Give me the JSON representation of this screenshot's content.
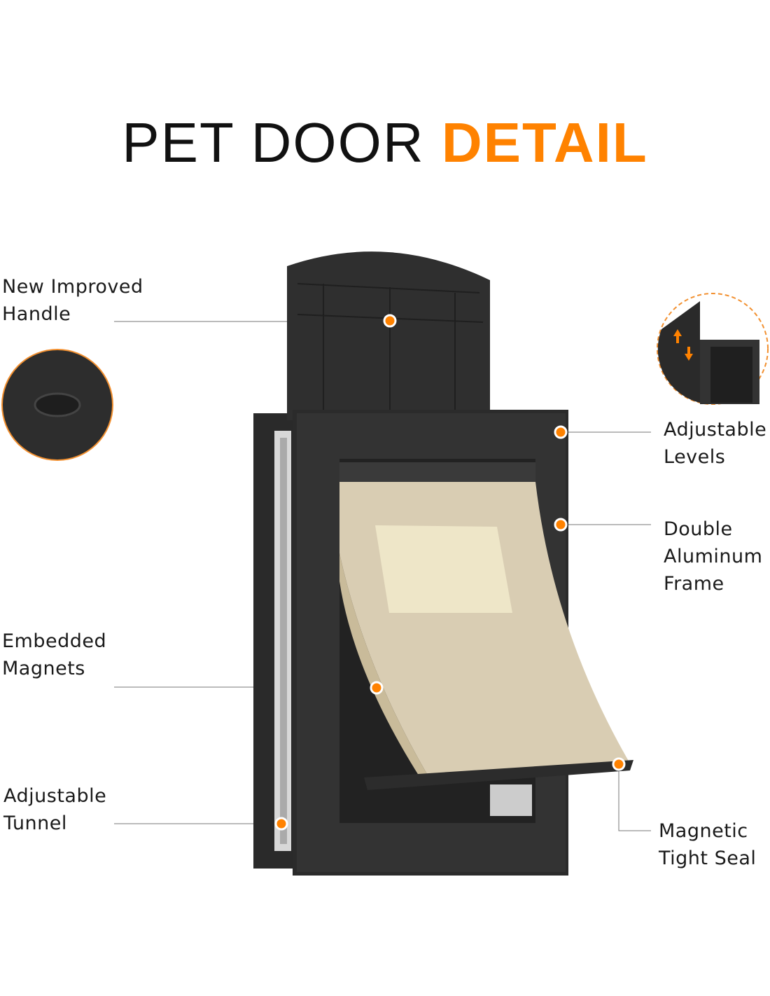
{
  "title": {
    "part1": "PET DOOR",
    "part2": "DETAIL"
  },
  "colors": {
    "accent": "#ff8200",
    "frame": "#2b2b2b",
    "flap": "#d9cdb3"
  },
  "callouts": [
    {
      "line1": "New Improved",
      "line2": "Handle"
    },
    {
      "line1": "Adjustable",
      "line2": "Levels"
    },
    {
      "line1": "Double",
      "line2": "Aluminum",
      "line3": "Frame"
    },
    {
      "line1": "Embedded",
      "line2": "Magnets"
    },
    {
      "line1": "Adjustable",
      "line2": "Tunnel"
    },
    {
      "line1": "Magnetic",
      "line2": "Tight Seal"
    }
  ]
}
